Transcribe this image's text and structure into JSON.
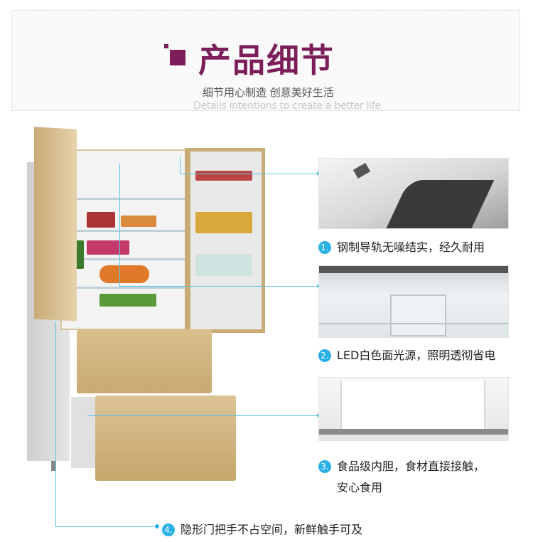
{
  "header": {
    "title": "产品细节",
    "subtitle": "细节用心制造 创意美好生活",
    "subtitle_en": "Details intentions to create a better life"
  },
  "features": [
    {
      "number": "1.",
      "text": "钢制导轨无噪结实，经久耐用"
    },
    {
      "number": "2.",
      "text": "LED白色面光源，照明透彻省电"
    },
    {
      "number": "3.",
      "text": "食品级内胆，食材直接接触，",
      "text2": "安心食用"
    },
    {
      "number": "4.",
      "text": "隐形门把手不占空间，新鲜触手可及"
    }
  ],
  "colors": {
    "title": "#7b1e5a",
    "accent": "#29b0e4",
    "line": "#5cc6e8",
    "door_gold": "#c9ab76"
  }
}
